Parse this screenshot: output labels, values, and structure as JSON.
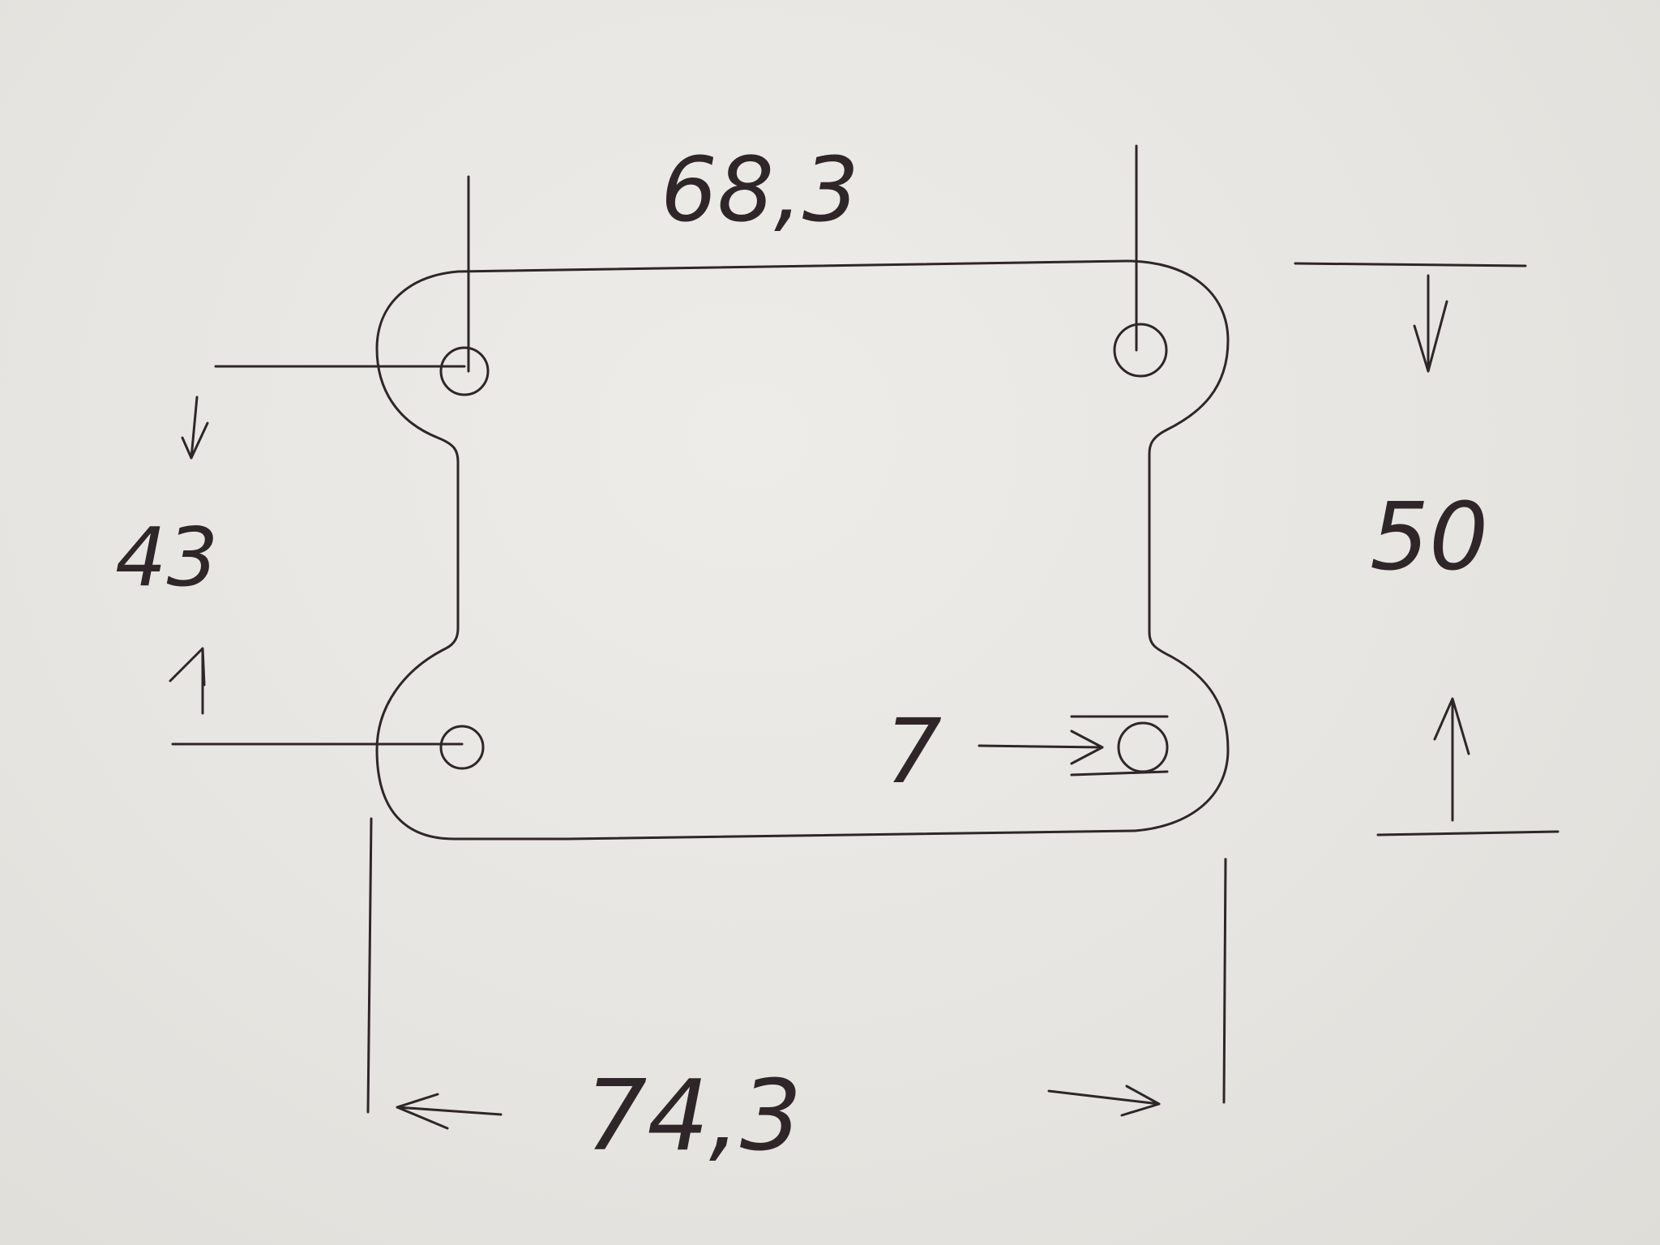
{
  "drawing": {
    "dimensions": {
      "top_hole_spacing": "68,3",
      "left_hole_spacing": "43",
      "overall_height": "50",
      "overall_width": "74,3",
      "hole_diameter": "7"
    }
  },
  "colors": {
    "paper": "#e6e4e0",
    "ink": "#2e2628"
  }
}
